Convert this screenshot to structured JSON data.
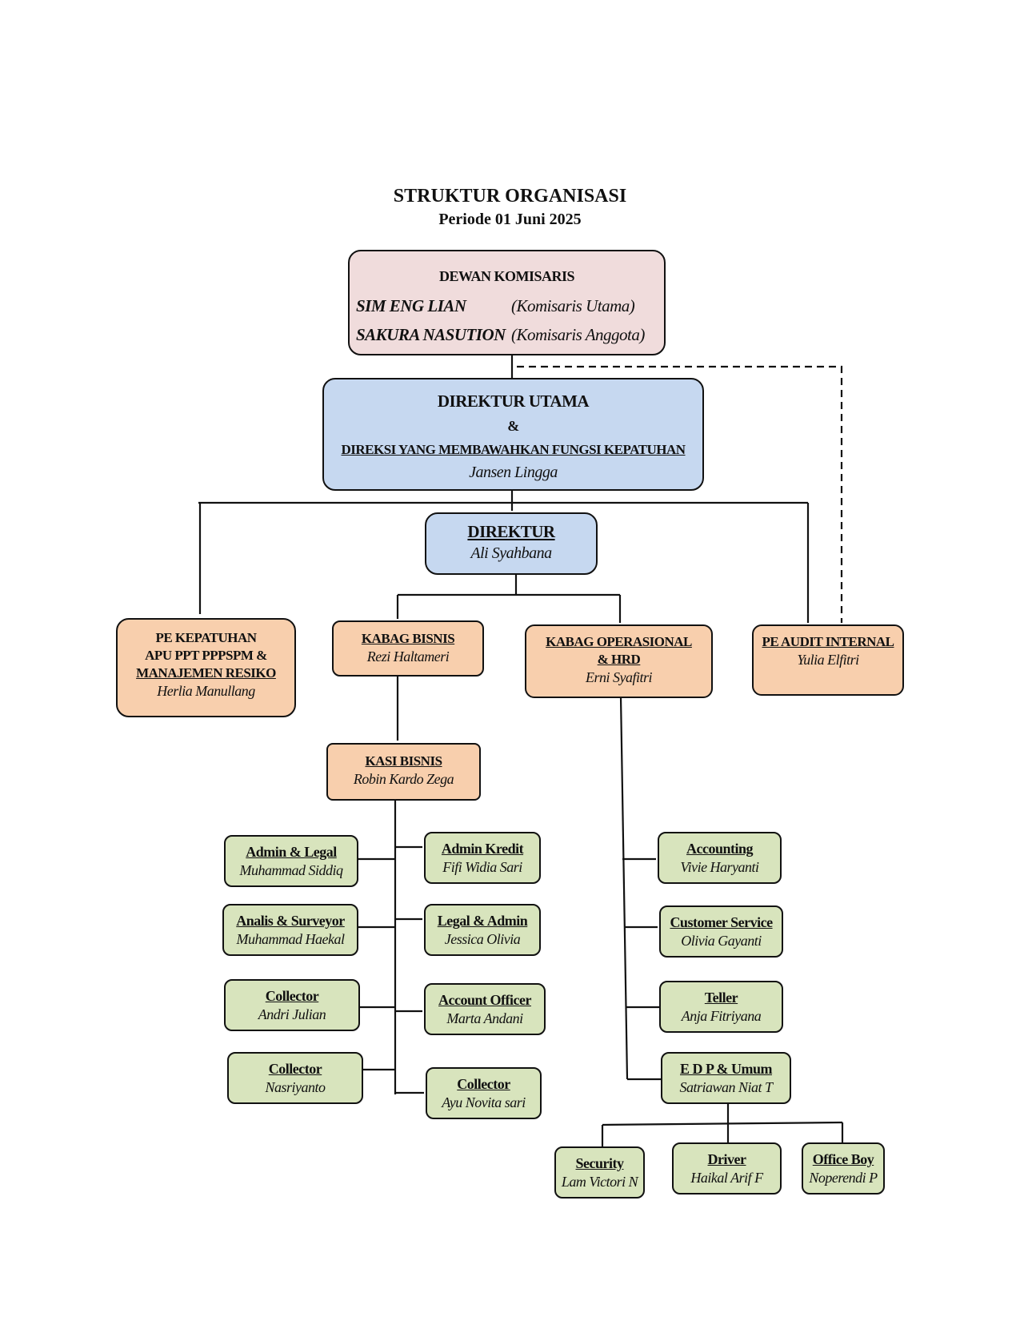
{
  "header": {
    "title": "STRUKTUR ORGANISASI",
    "subtitle": "Periode 01 Juni 2025"
  },
  "commissioners": {
    "heading": "DEWAN KOMISARIS",
    "members": [
      {
        "name": "SIM ENG LIAN",
        "role": "(Komisaris Utama)"
      },
      {
        "name": "SAKURA NASUTION",
        "role": "(Komisaris Anggota)"
      }
    ]
  },
  "president": {
    "title": "DIREKTUR UTAMA",
    "amp": "&",
    "subtitle": "DIREKSI YANG MEMBAWAHKAN FUNGSI KEPATUHAN",
    "name": "Jansen Lingga"
  },
  "director": {
    "title": "DIREKTUR",
    "name": "Ali Syahbana"
  },
  "compliance": {
    "line1": "PE KEPATUHAN",
    "line2": "APU PPT PPPSPM &",
    "line3": "MANAJEMEN RESIKO",
    "name": "Herlia Manullang"
  },
  "business_head": {
    "title": "KABAG BISNIS",
    "name": "Rezi Haltameri"
  },
  "ops_head": {
    "title": "KABAG OPERASIONAL",
    "title2": "& HRD",
    "name": "Erni Syafitri"
  },
  "audit": {
    "title": "PE AUDIT INTERNAL",
    "name": "Yulia Elfitri"
  },
  "business_section": {
    "title": "KASI BISNIS",
    "name": "Robin Kardo Zega"
  },
  "business_staff_left": [
    {
      "title": "Admin & Legal",
      "name": "Muhammad Siddiq"
    },
    {
      "title": "Analis & Surveyor",
      "name": "Muhammad Haekal"
    },
    {
      "title": "Collector",
      "name": "Andri Julian"
    },
    {
      "title": "Collector",
      "name": "Nasriyanto"
    }
  ],
  "business_staff_right": [
    {
      "title": "Admin Kredit",
      "name": "Fifi Widia Sari"
    },
    {
      "title": "Legal & Admin",
      "name": "Jessica Olivia"
    },
    {
      "title": "Account Officer",
      "name": "Marta Andani"
    },
    {
      "title": "Collector",
      "name": "Ayu Novita sari"
    }
  ],
  "ops_staff": [
    {
      "title": "Accounting",
      "name": "Vivie Haryanti"
    },
    {
      "title": "Customer Service",
      "name": "Olivia Gayanti"
    },
    {
      "title": "Teller",
      "name": "Anja Fitriyana"
    },
    {
      "title": "E D P & Umum",
      "name": "Satriawan Niat T"
    }
  ],
  "general_staff": [
    {
      "title": "Security",
      "name": "Lam Victori N"
    },
    {
      "title": "Driver",
      "name": "Haikal Arif F"
    },
    {
      "title": "Office Boy",
      "name": "Noperendi P"
    }
  ]
}
